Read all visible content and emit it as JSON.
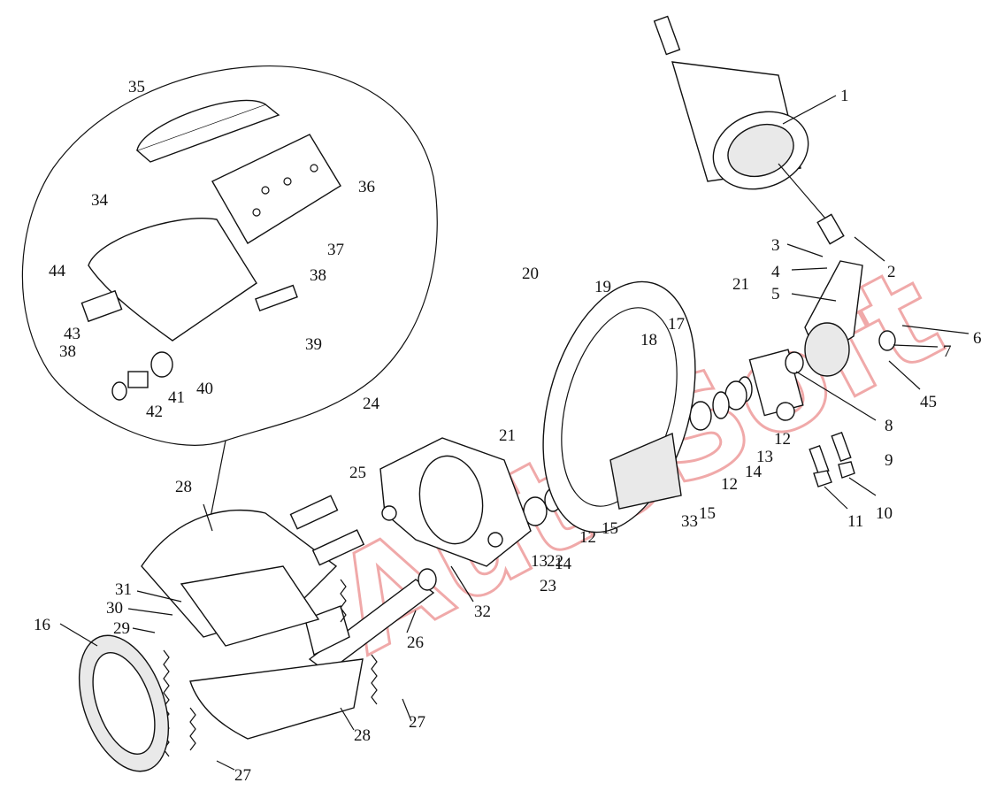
{
  "watermark": "AutoSoft",
  "callouts": [
    {
      "id": "c1",
      "text": "1"
    },
    {
      "id": "c2",
      "text": "2"
    },
    {
      "id": "c3",
      "text": "3"
    },
    {
      "id": "c4",
      "text": "4"
    },
    {
      "id": "c5",
      "text": "5"
    },
    {
      "id": "c6",
      "text": "6"
    },
    {
      "id": "c7",
      "text": "7"
    },
    {
      "id": "c8",
      "text": "8"
    },
    {
      "id": "c9",
      "text": "9"
    },
    {
      "id": "c10",
      "text": "10"
    },
    {
      "id": "c11",
      "text": "11"
    },
    {
      "id": "c12a",
      "text": "12"
    },
    {
      "id": "c12b",
      "text": "12"
    },
    {
      "id": "c12c",
      "text": "12"
    },
    {
      "id": "c13a",
      "text": "13"
    },
    {
      "id": "c13b",
      "text": "13"
    },
    {
      "id": "c14a",
      "text": "14"
    },
    {
      "id": "c14b",
      "text": "14"
    },
    {
      "id": "c15a",
      "text": "15"
    },
    {
      "id": "c15b",
      "text": "15"
    },
    {
      "id": "c16",
      "text": "16"
    },
    {
      "id": "c17",
      "text": "17"
    },
    {
      "id": "c18",
      "text": "18"
    },
    {
      "id": "c19",
      "text": "19"
    },
    {
      "id": "c20",
      "text": "20"
    },
    {
      "id": "c21a",
      "text": "21"
    },
    {
      "id": "c21b",
      "text": "21"
    },
    {
      "id": "c22",
      "text": "22"
    },
    {
      "id": "c23",
      "text": "23"
    },
    {
      "id": "c24",
      "text": "24"
    },
    {
      "id": "c25",
      "text": "25"
    },
    {
      "id": "c26",
      "text": "26"
    },
    {
      "id": "c27a",
      "text": "27"
    },
    {
      "id": "c27b",
      "text": "27"
    },
    {
      "id": "c28a",
      "text": "28"
    },
    {
      "id": "c28b",
      "text": "28"
    },
    {
      "id": "c29",
      "text": "29"
    },
    {
      "id": "c30",
      "text": "30"
    },
    {
      "id": "c31",
      "text": "31"
    },
    {
      "id": "c32",
      "text": "32"
    },
    {
      "id": "c33",
      "text": "33"
    },
    {
      "id": "c34",
      "text": "34"
    },
    {
      "id": "c35",
      "text": "35"
    },
    {
      "id": "c36",
      "text": "36"
    },
    {
      "id": "c37",
      "text": "37"
    },
    {
      "id": "c38a",
      "text": "38"
    },
    {
      "id": "c38b",
      "text": "38"
    },
    {
      "id": "c39",
      "text": "39"
    },
    {
      "id": "c40",
      "text": "40"
    },
    {
      "id": "c41",
      "text": "41"
    },
    {
      "id": "c42",
      "text": "42"
    },
    {
      "id": "c43",
      "text": "43"
    },
    {
      "id": "c44",
      "text": "44"
    },
    {
      "id": "c45",
      "text": "45"
    }
  ]
}
